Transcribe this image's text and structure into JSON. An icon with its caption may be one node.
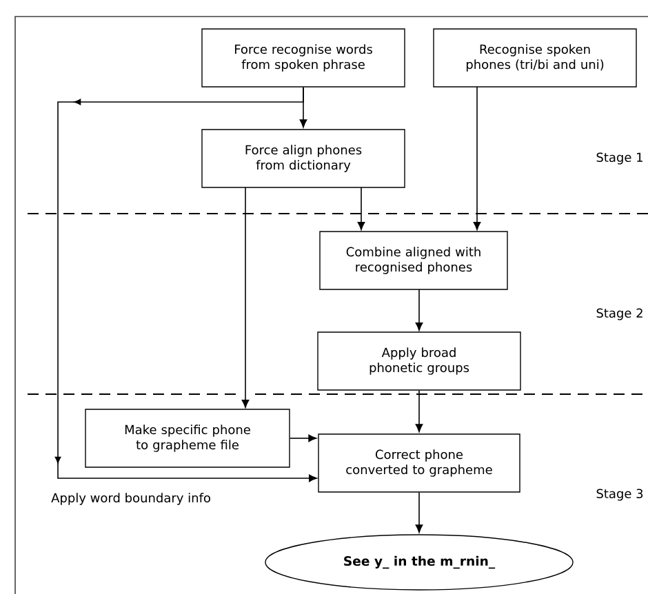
{
  "diagram": {
    "nodes": [
      {
        "text": [
          "Force recognise words from spoken phrase"
        ]
      },
      {
        "text": [
          "Recognise spoken phones (tri/bi and uni)"
        ]
      },
      {
        "text": [
          "Force align phones from dictionary"
        ]
      },
      {
        "text": [
          "Combine aligned with recognised phones"
        ]
      },
      {
        "text": [
          "Apply broad phonetic groups"
        ]
      },
      {
        "text": [
          "Make specific phone to grapheme file"
        ]
      },
      {
        "text": [
          "Correct phone converted to grapheme"
        ]
      },
      {
        "text": [
          "See y_ in the m_rnin_"
        ]
      }
    ],
    "edges": [
      {
        "from": 0,
        "to": 2,
        "arrow": "to"
      },
      {
        "from": 0,
        "to": 6,
        "arrow": "to",
        "label": "Apply word boundary info"
      },
      {
        "from": 1,
        "to": 3,
        "arrow": "to"
      },
      {
        "from": 2,
        "to": 3,
        "arrow": "to"
      },
      {
        "from": 2,
        "to": 5,
        "arrow": "to"
      },
      {
        "from": 3,
        "to": 4,
        "arrow": "to"
      },
      {
        "from": 4,
        "to": 6,
        "arrow": "to"
      },
      {
        "from": 5,
        "to": 6,
        "arrow": "to"
      },
      {
        "from": 6,
        "to": 7,
        "arrow": "to"
      }
    ],
    "labels": [
      "Stage 1",
      "Stage 2",
      "Stage 3"
    ]
  }
}
